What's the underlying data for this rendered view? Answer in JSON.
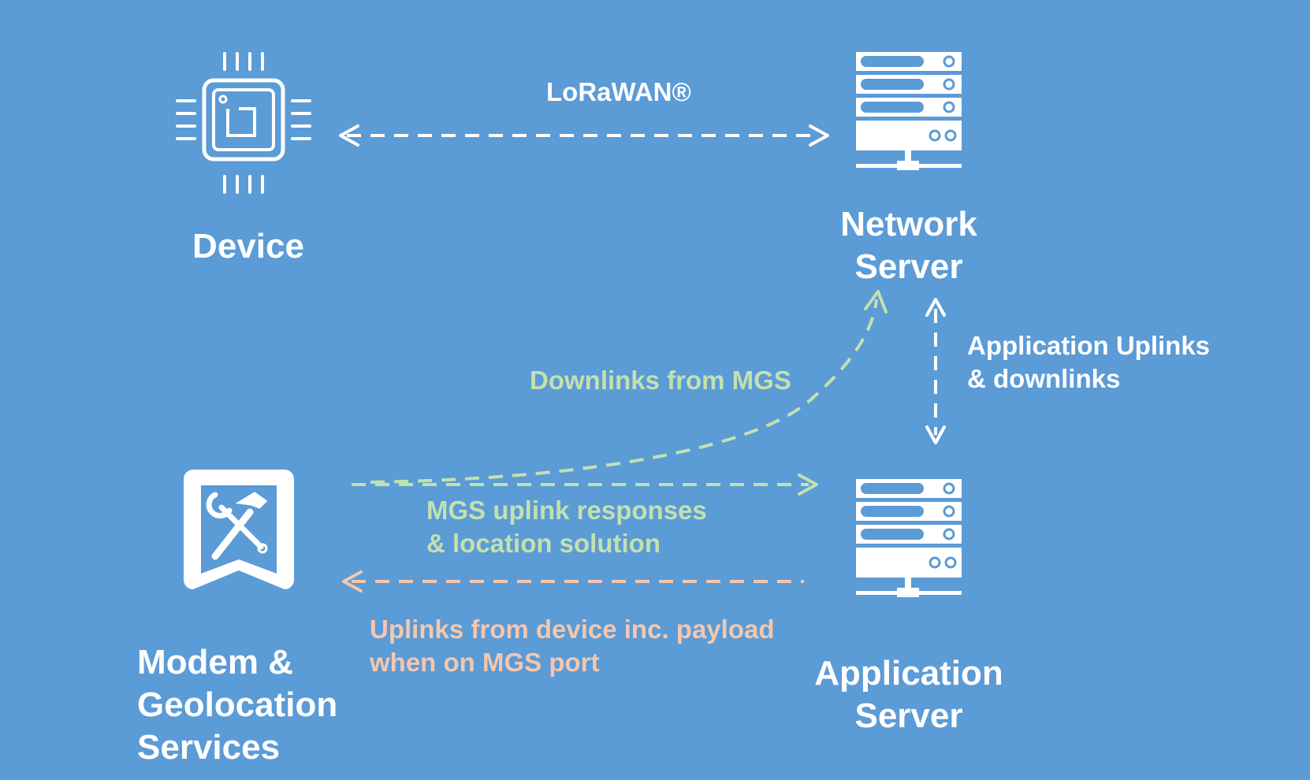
{
  "colors": {
    "background": "#5b9bd6",
    "white": "#ffffff",
    "green": "#c3e1ae",
    "peach": "#f4c7ad"
  },
  "nodes": {
    "device": {
      "label": "Device",
      "icon": "chip-icon"
    },
    "network_server": {
      "label": "Network\nServer",
      "icon": "server-icon"
    },
    "application_server": {
      "label": "Application\nServer",
      "icon": "server-icon"
    },
    "mgs": {
      "label": "Modem &\nGeolocation\nServices",
      "icon": "tools-badge-icon"
    }
  },
  "edges": {
    "lorawan": {
      "label": "LoRaWAN®"
    },
    "app_uplinks_downlinks": {
      "label": "Application Uplinks\n& downlinks"
    },
    "downlinks_from_mgs": {
      "label": "Downlinks from MGS"
    },
    "mgs_uplink_responses": {
      "label": "MGS uplink responses\n& location solution"
    },
    "uplinks_from_device": {
      "label": "Uplinks from device inc. payload\nwhen on MGS port"
    }
  }
}
